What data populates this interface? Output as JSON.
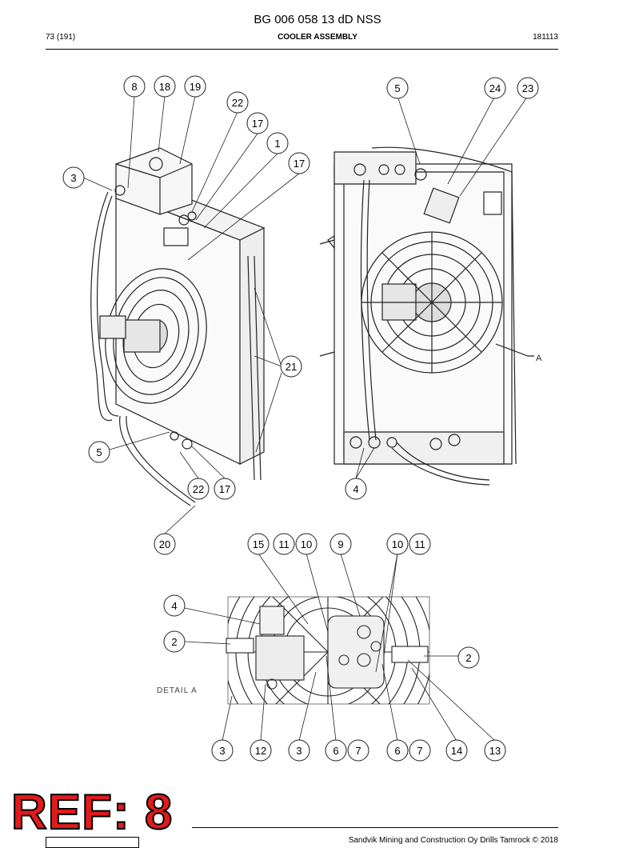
{
  "header": {
    "doc_id": "BG 006 058 13 dD NSS",
    "page": "73 (191)",
    "section": "COOLER ASSEMBLY",
    "date": "181113"
  },
  "callouts": {
    "view_left": [
      "8",
      "18",
      "19",
      "22",
      "17",
      "1",
      "17",
      "3",
      "21",
      "5",
      "22",
      "17",
      "20"
    ],
    "view_right": [
      "5",
      "24",
      "23",
      "4"
    ],
    "detail_top": [
      "15",
      "11",
      "10",
      "9",
      "10",
      "11"
    ],
    "detail_side": [
      "4",
      "2",
      "2"
    ],
    "detail_bottom": [
      "3",
      "12",
      "3",
      "6",
      "7",
      "6",
      "7",
      "14",
      "13"
    ]
  },
  "labels": {
    "view_marker": "A",
    "detail_label": "DETAIL A"
  },
  "footer": {
    "ref_stamp": "REF: 8",
    "copyright": "Sandvik Mining and Construction Oy Drills Tamrock © 2018"
  }
}
